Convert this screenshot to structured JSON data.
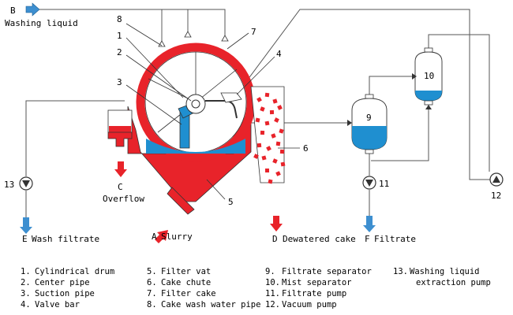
{
  "streams": {
    "B": {
      "letter": "B",
      "label": "Washing liquid"
    },
    "C": {
      "letter": "C",
      "label": "Overflow"
    },
    "A": {
      "letter": "A",
      "label": "Slurry"
    },
    "D": {
      "letter": "D",
      "label": "Dewatered cake"
    },
    "E": {
      "letter": "E",
      "label": "Wash filtrate"
    },
    "F": {
      "letter": "F",
      "label": "Filtrate"
    }
  },
  "callouts": [
    "1",
    "2",
    "3",
    "4",
    "5",
    "6",
    "7",
    "8",
    "9",
    "10",
    "11",
    "12",
    "13"
  ],
  "legend": [
    {
      "num": "1.",
      "text": "Cylindrical drum"
    },
    {
      "num": "2.",
      "text": "Center pipe"
    },
    {
      "num": "3.",
      "text": "Suction pipe"
    },
    {
      "num": "4.",
      "text": "Valve bar"
    },
    {
      "num": "5.",
      "text": "Filter vat"
    },
    {
      "num": "6.",
      "text": "Cake chute"
    },
    {
      "num": "7.",
      "text": "Filter cake"
    },
    {
      "num": "8.",
      "text": "Cake wash water pipe"
    },
    {
      "num": "9.",
      "text": "Filtrate separator"
    },
    {
      "num": "10.",
      "text": "Mist separator"
    },
    {
      "num": "11.",
      "text": "Filtrate pump"
    },
    {
      "num": "12.",
      "text": "Vacuum pump"
    },
    {
      "num": "13.",
      "text": "Washing liquid"
    },
    {
      "num": "",
      "text": "extraction pump"
    }
  ],
  "colors": {
    "red": "#e8232a",
    "blue": "#1f8fd0",
    "arrow_blue": "#3d8fd0",
    "line": "#555555"
  }
}
